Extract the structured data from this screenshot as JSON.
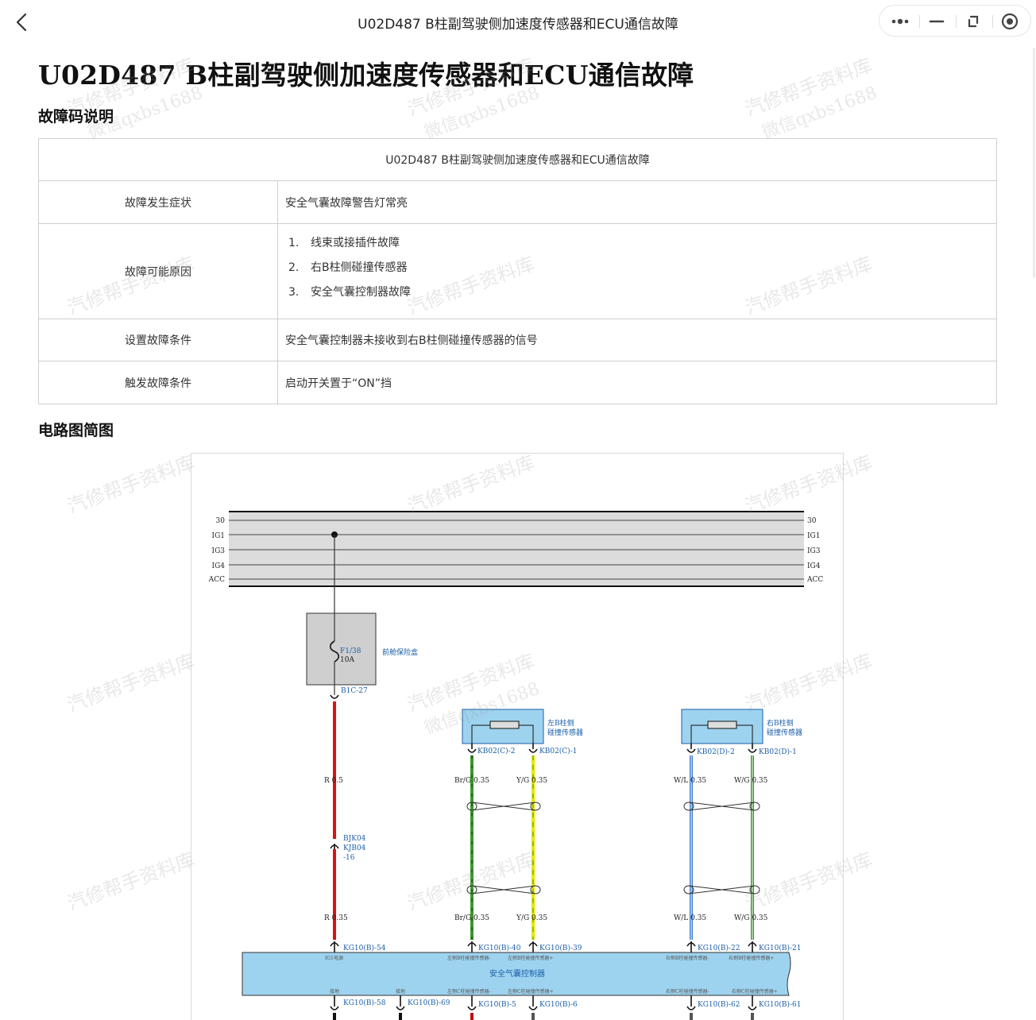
{
  "topbar": {
    "title": "U02D487 B柱副驾驶侧加速度传感器和ECU通信故障",
    "back_icon": "chevron-left-icon",
    "menu_icon": "more-dots-icon",
    "minimize_icon": "minimize-icon",
    "restore_icon": "restore-window-icon",
    "close_icon": "record-close-icon"
  },
  "article": {
    "title": "U02D487 B柱副驾驶侧加速度传感器和ECU通信故障",
    "section_code": "故障码说明",
    "section_circuit": "电路图简图"
  },
  "fault_table": {
    "header": "U02D487 B柱副驾驶侧加速度传感器和ECU通信故障",
    "rows": {
      "symptom": {
        "label": "故障发生症状",
        "value": "安全气囊故障警告灯常亮"
      },
      "causes": {
        "label": "故障可能原因",
        "items": [
          {
            "num": "1.",
            "text": "线束或接插件故障"
          },
          {
            "num": "2.",
            "text": "右B柱侧碰撞传感器"
          },
          {
            "num": "3.",
            "text": "安全气囊控制器故障"
          }
        ]
      },
      "set_condition": {
        "label": "设置故障条件",
        "value": "安全气囊控制器未接收到右B柱侧碰撞传感器的信号"
      },
      "trigger_condition": {
        "label": "触发故障条件",
        "value": "启动开关置于“ON”挡"
      }
    }
  },
  "watermark": {
    "line1": "汽修帮手资料库",
    "line2": "微信qxbs1688"
  },
  "circuit": {
    "power_rails": [
      "30",
      "IG1",
      "IG3",
      "IG4",
      "ACC"
    ],
    "fuse_box": {
      "fuse_id": "F1/38",
      "rating": "10A",
      "name": "前舱保险盒",
      "out_pin": "B1C-27"
    },
    "wire_colors": {
      "red": "#e01010",
      "green": "#3a9a2a",
      "yellow": "#e6e600",
      "blue": "#3f7fd4",
      "connector_blue": "#1a5fa8",
      "module_fill": "#9ed3ef"
    },
    "sensors": [
      {
        "name_l1": "左B柱侧",
        "name_l2": "碰撞传感器",
        "pin_a": "KB02(C)-2",
        "pin_b": "KB02(C)-1"
      },
      {
        "name_l1": "右B柱侧",
        "name_l2": "碰撞传感器",
        "pin_a": "KB02(D)-2",
        "pin_b": "KB02(D)-1"
      }
    ],
    "splice": {
      "l1": "BJK04",
      "l2": "KJB04",
      "l3": "-16"
    },
    "wire_labels": {
      "red_top": "R 0.5",
      "red_bottom": "R 0.35",
      "brg_top": "Br/G 0.35",
      "yg_top": "Y/G 0.35",
      "brg_bottom": "Br/G 0.35",
      "yg_bottom": "Y/G 0.35",
      "wl_top": "W/L 0.35",
      "wg_top": "W/G 0.35",
      "wl_bottom": "W/L 0.35",
      "wg_bottom": "W/G 0.35"
    },
    "controller": {
      "name": "安全气囊控制器",
      "top_pins": [
        "KG10(B)-54",
        "KG10(B)-40",
        "KG10(B)-39",
        "KG10(B)-22",
        "KG10(B)-21"
      ],
      "bottom_pins": [
        "KG10(B)-58",
        "KG10(B)-69",
        "KG10(B)-5",
        "KG10(B)-6",
        "KG10(B)-62",
        "KG10(B)-61"
      ],
      "top_inner": [
        "IG1电源",
        "左侧B柱碰撞传感器-",
        "左侧B柱碰撞传感器+",
        "右侧B柱碰撞传感器-",
        "右侧B柱碰撞传感器+"
      ],
      "bottom_inner": [
        "接地",
        "接地",
        "左侧C柱碰撞传感器-",
        "左侧C柱碰撞传感器+",
        "右侧C柱碰撞传感器-",
        "右侧C柱碰撞传感器+"
      ]
    }
  }
}
